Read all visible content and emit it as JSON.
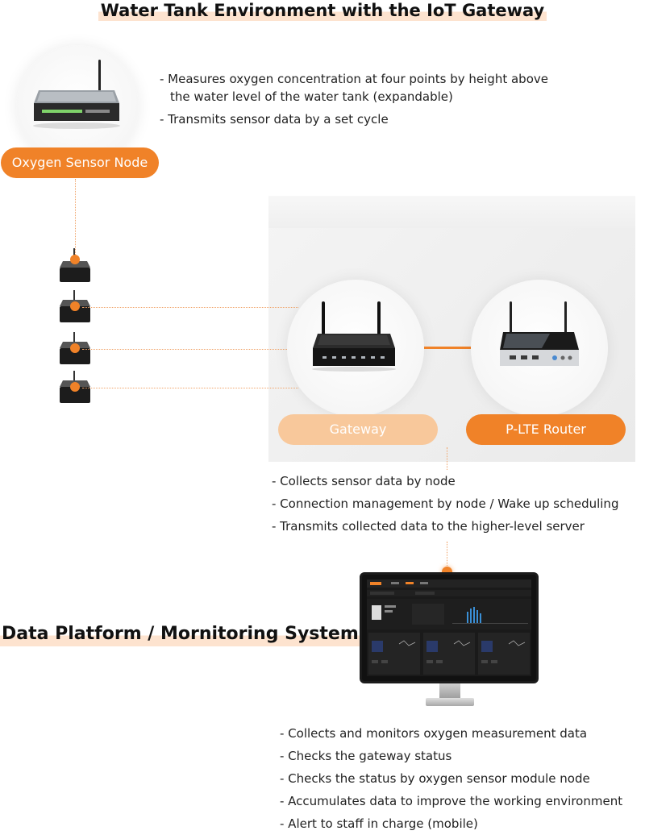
{
  "title": "Water Tank Environment with the IoT Gateway",
  "sensor_node": {
    "label": "Oxygen Sensor Node",
    "bullets": [
      "- Measures oxygen concentration at four points by height above",
      "the water level of the water tank (expandable)",
      "- Transmits sensor data by a set cycle"
    ]
  },
  "gateway": {
    "label": "Gateway",
    "bullets": [
      "- Collects sensor data by node",
      "- Connection management by node / Wake up scheduling",
      "- Transmits collected data to the higher-level server"
    ]
  },
  "router": {
    "label": "P-LTE Router"
  },
  "platform": {
    "title": "Data Platform / Mornitoring System",
    "bullets": [
      "- Collects and monitors oxygen measurement data",
      "- Checks the gateway status",
      "- Checks the status by oxygen sensor module node",
      "- Accumulates data to improve the working environment",
      "- Alert to staff in charge (mobile)"
    ]
  },
  "colors": {
    "accent": "#f08228",
    "accent_soft": "#f8c89b",
    "title_highlight": "#fde3cf",
    "dotted_line": "#f0a46a"
  },
  "icons": {
    "sensor_node_device": "sensor-node-device-icon",
    "sensor_module": "sensor-module-icon",
    "gateway_device": "gateway-router-icon",
    "lte_router_device": "lte-router-icon",
    "monitor": "monitor-icon"
  }
}
